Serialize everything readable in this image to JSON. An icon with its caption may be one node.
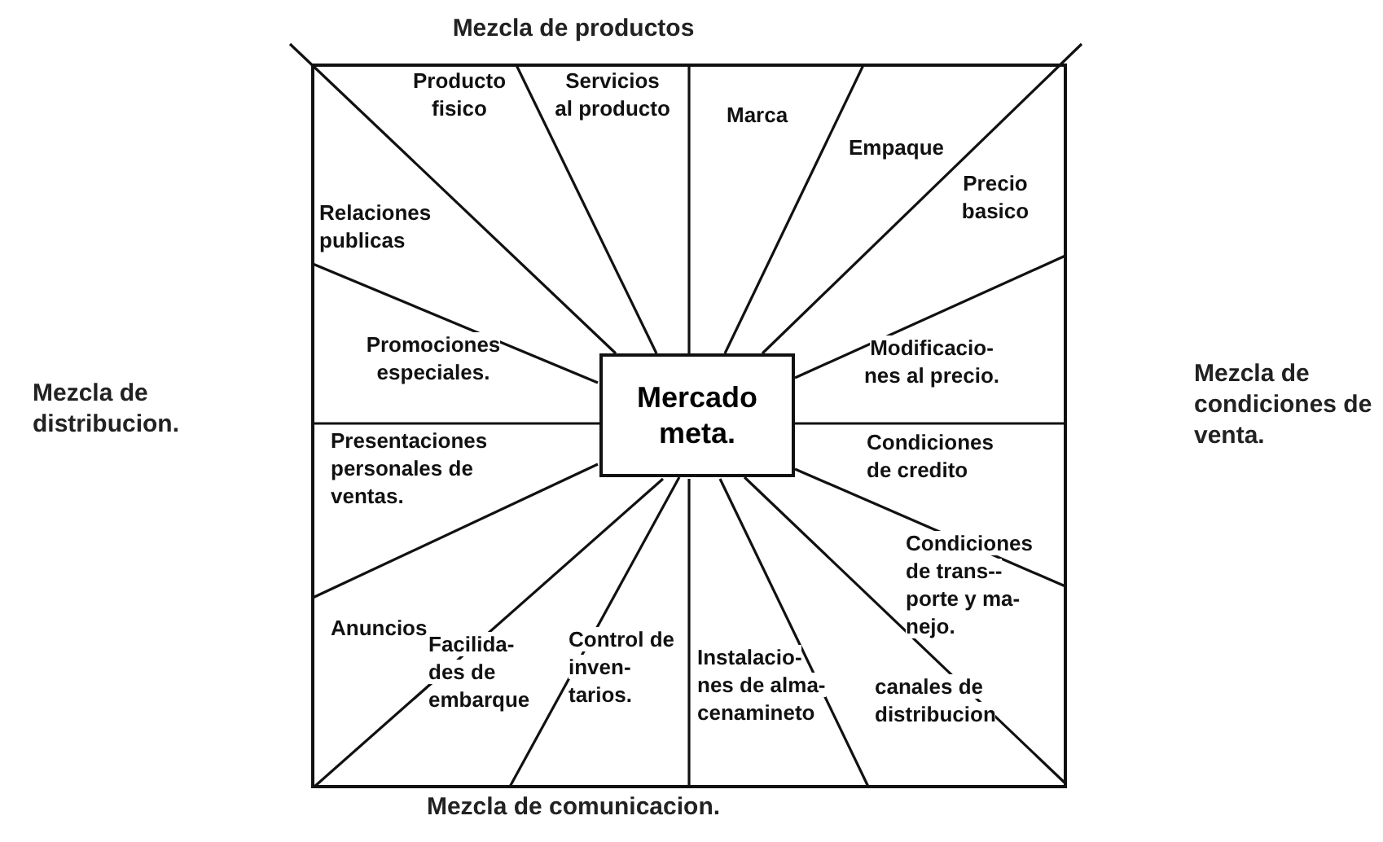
{
  "diagram": {
    "nodes": [
      {
        "text": [
          "Mercado meta."
        ]
      }
    ],
    "labels": [
      "Mezcla de productos",
      "Producto fisico",
      "Servicios al producto",
      "Marca",
      "Empaque",
      "Precio basico",
      "Relaciones publicas",
      "Mezcla de distribucion.",
      "Promociones especiales.",
      "Modificacio- nes al precio.",
      "Mezcla de condiciones de venta.",
      "Presentaciones personales de ventas.",
      "Condiciones de credito",
      "Condiciones de trans-- porte y ma- nejo.",
      "Anuncios",
      "Facilida- des de embarque",
      "Control de inven- tarios.",
      "Instalacio- nes de alma- cenamineto",
      "canales de distribucion",
      "Mezcla de comunicacion."
    ]
  }
}
